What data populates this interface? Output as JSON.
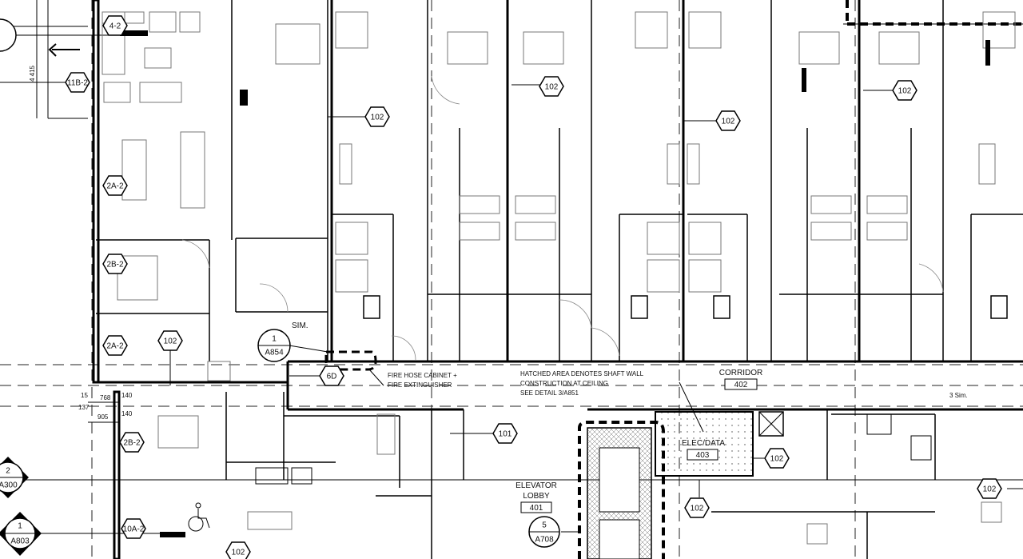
{
  "dimensions": {
    "vertical": "4 415",
    "d15": "15",
    "d768": "768",
    "d140a": "140",
    "d137": "137",
    "d905": "905",
    "d140b": "140"
  },
  "tags": {
    "t_4_2": "4-2",
    "t_11b_2": "11B-2",
    "t_2a_2_top": "2A-2",
    "t_2b_2_top": "2B-2",
    "t_2a_2_mid": "2A-2",
    "t_102": "102",
    "t_101": "101",
    "t_6d": "6D",
    "t_2b_2_low": "2B-2",
    "t_10a_2": "10A-2"
  },
  "section_markers": [
    {
      "number": "1",
      "sheet": "A854"
    },
    {
      "number": "2",
      "sheet": "A300"
    },
    {
      "number": "1",
      "sheet": "A803"
    },
    {
      "number": "5",
      "sheet": "A708"
    }
  ],
  "notes": {
    "sim": "SIM.",
    "fire_hose_1": "FIRE HOSE CABINET +",
    "fire_hose_2": "FIRE EXTINGUISHER",
    "hatched_1": "HATCHED AREA DENOTES SHAFT WALL",
    "hatched_2": "CONSTRUCTION AT CEILING",
    "hatched_3": "SEE DETAIL 3/A851",
    "three_sim": "3 Sim."
  },
  "rooms": [
    {
      "name": "CORRIDOR",
      "number": "402"
    },
    {
      "name": "ELEVATOR",
      "name2": "LOBBY",
      "number": "401"
    },
    {
      "name": "ELEC/DATA",
      "number": "403"
    }
  ],
  "colors": {
    "line": "#000000",
    "furniture": "#777777",
    "background": "#ffffff"
  }
}
